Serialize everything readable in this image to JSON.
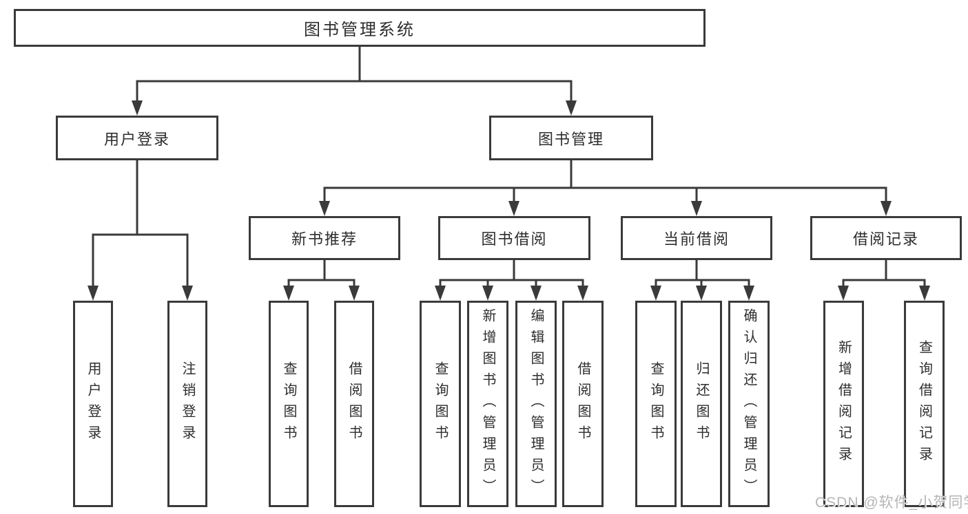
{
  "colors": {
    "line": "#3a3a3a",
    "border": "#3a3a3a",
    "text": "#2d2d2d",
    "box_background": "#ffffff",
    "page_background": "#ffffff",
    "watermark": "#b5b5b5"
  },
  "tree": {
    "root": {
      "label": "图书管理系统"
    },
    "branches": [
      {
        "label": "用户登录",
        "leaves": [
          {
            "label": "用户登录"
          },
          {
            "label": "注销登录"
          }
        ]
      },
      {
        "label": "图书管理",
        "groups": [
          {
            "label": "新书推荐",
            "leaves": [
              {
                "label": "查询图书"
              },
              {
                "label": "借阅图书"
              }
            ]
          },
          {
            "label": "图书借阅",
            "leaves": [
              {
                "label": "查询图书"
              },
              {
                "label": "新增图书（管理员）"
              },
              {
                "label": "编辑图书（管理员）"
              },
              {
                "label": "借阅图书"
              }
            ]
          },
          {
            "label": "当前借阅",
            "leaves": [
              {
                "label": "查询图书"
              },
              {
                "label": "归还图书"
              },
              {
                "label": "确认归还（管理员）"
              }
            ]
          },
          {
            "label": "借阅记录",
            "leaves": [
              {
                "label": "新增借阅记录"
              },
              {
                "label": "查询借阅记录"
              }
            ]
          }
        ]
      }
    ]
  },
  "watermark": {
    "text": "CSDN @软件_小贺同学"
  }
}
